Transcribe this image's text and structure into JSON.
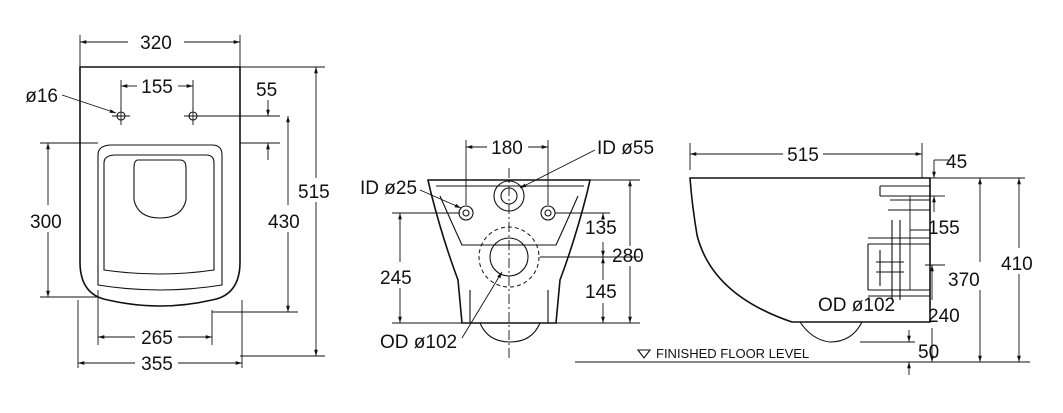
{
  "top_view": {
    "width_overall": "320",
    "hole_spacing": "155",
    "hole_dia": "ø16",
    "hole_offset": "55",
    "depth_overall": "515",
    "depth_to_holes": "430",
    "seat_depth": "300",
    "seat_width": "265",
    "width_base": "355"
  },
  "front_view": {
    "inlet_spacing": "180",
    "inlet_id": "ID ø55",
    "fixing_id": "ID ø25",
    "fix_to_outlet": "135",
    "outlet_height": "245",
    "fix_height": "280",
    "outlet_to_floor": "145",
    "outlet_od": "OD ø102"
  },
  "side_view": {
    "length": "515",
    "top_offset": "45",
    "inlet_drop": "155",
    "outlet_od": "OD ø102",
    "height_370": "370",
    "height_410": "410",
    "outlet_height": "240",
    "floor_gap": "50",
    "floor_label": "FINISHED FLOOR LEVEL"
  }
}
